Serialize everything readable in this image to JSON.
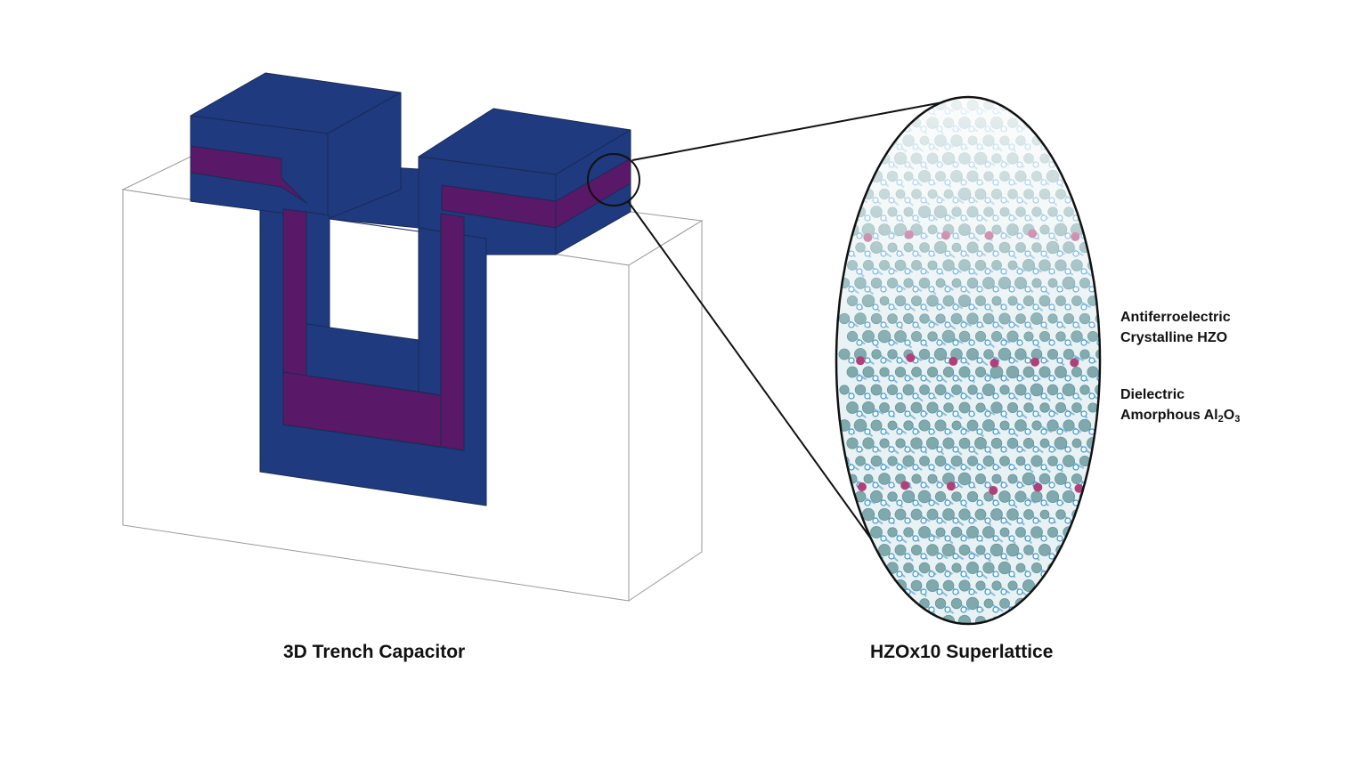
{
  "captions": {
    "left": "3D Trench Capacitor",
    "right": "HZOx10 Superlattice"
  },
  "labels": {
    "crystalline": {
      "line1": "Antiferroelectric",
      "line2": "Crystalline HZO"
    },
    "dielectric": {
      "line1": "Dielectric",
      "line2_prefix": "Amorphous Al",
      "sub1": "2",
      "mid": "O",
      "sub2": "3"
    }
  },
  "colors": {
    "electrode_blue": "#1f3a7e",
    "hzo_purple": "#5a1868",
    "substrate_outline": "#9a9a9a",
    "atom_teal": "#7fa9ad",
    "bond_blue": "#3f97cc",
    "atom_magenta": "#b0407a"
  }
}
